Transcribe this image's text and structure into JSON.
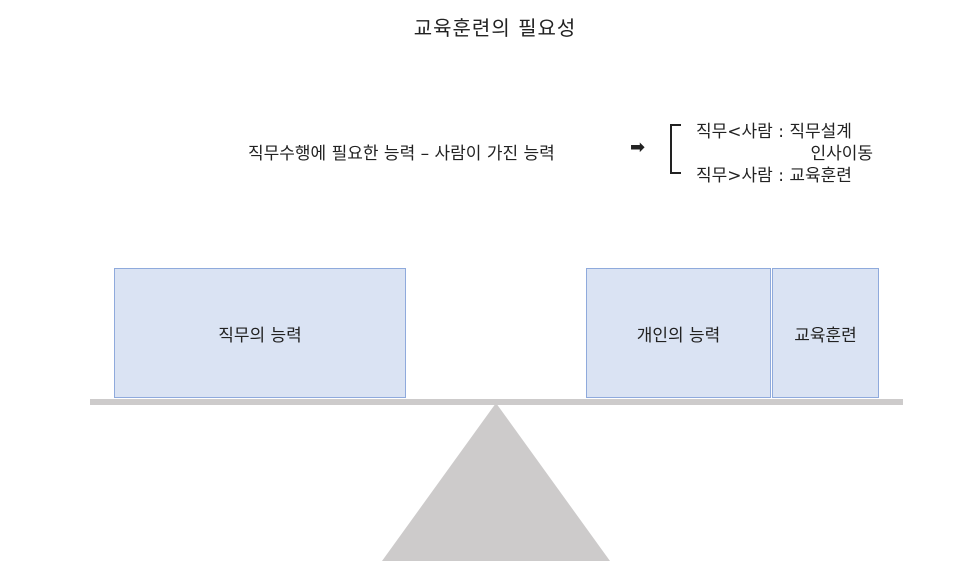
{
  "title": "교육훈련의 필요성",
  "formula": {
    "text": "직무수행에 필요한 능력 – 사람이 가진 능력",
    "arrow": "➡"
  },
  "branches": [
    {
      "text": "직무<사람 : 직무설계"
    },
    {
      "text": "인사이동"
    },
    {
      "text": "직무>사람 : 교육훈련"
    }
  ],
  "scale": {
    "left_box": "직무의 능력",
    "right_boxes": [
      "개인의 능력",
      "교육훈련"
    ],
    "box_fill": "#dae3f3",
    "box_border": "#8faadc",
    "beam_color": "#cdcbcb",
    "fulcrum_color": "#cdcbcb"
  }
}
